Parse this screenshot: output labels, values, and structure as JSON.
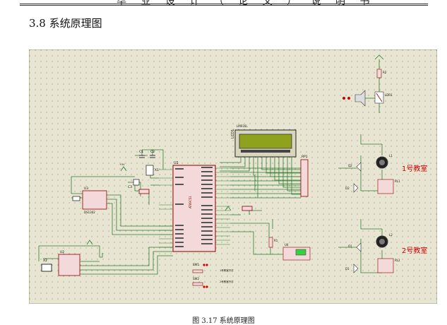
{
  "header": {
    "text": "毕 业 设 计 （ 论 文 ） 说 明 书"
  },
  "section": {
    "title": "3.8 系统原理图"
  },
  "figure": {
    "caption": "图 3.17 系统原理图"
  },
  "schematic": {
    "background": "#e8e6d2",
    "wire_color": "#2e7d32",
    "part_color": "#8b0000",
    "label_color": "#111111",
    "relay_label_color": "#d00000",
    "labels": {
      "classroom1": "1号教室",
      "classroom2": "2号教室",
      "lcd_ref": "LCD1",
      "lcd_model": "LM016L",
      "mcu_ref": "U1",
      "mcu_model": "AT89C51",
      "rtc_ref": "U3",
      "rtc_model": "DS1302",
      "x1": "X1",
      "x2": "X2",
      "c1": "C1",
      "c2": "C2",
      "c3": "C3",
      "rp1": "RP1",
      "r1": "R1",
      "r2": "R2",
      "ldr": "LDR1",
      "u2": "U2",
      "q1": "Q1",
      "q2": "Q2",
      "l1": "L1",
      "l2": "L2",
      "rl1": "RL1",
      "rl2": "RL2",
      "d1": "D1",
      "d2": "D2",
      "sw1": "SW1",
      "sw2": "SW2",
      "u4": "U4",
      "v5": "+5V",
      "sw_text1": "1号教室开灯",
      "sw_text2": "2号教室开灯"
    }
  }
}
